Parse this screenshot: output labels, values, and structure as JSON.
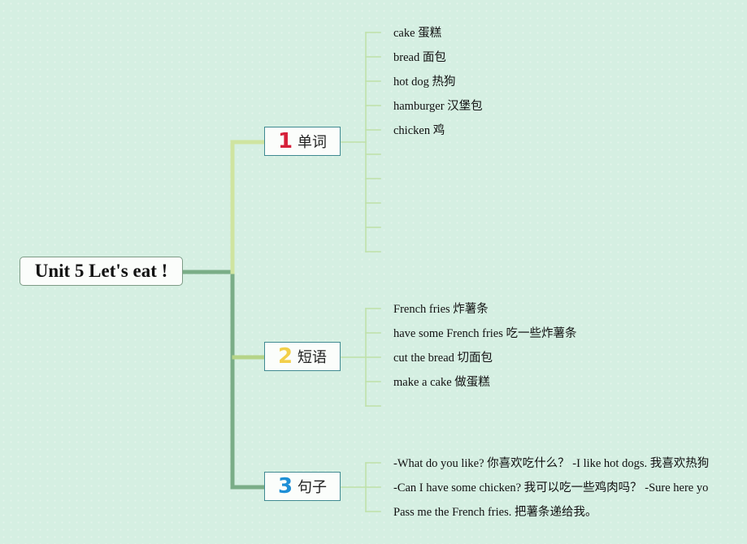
{
  "root": {
    "title": "Unit 5 Let's eat !"
  },
  "branches": [
    {
      "number": "1",
      "label": "单词",
      "number_color": "#d6203a",
      "items": [
        "cake 蛋糕",
        "bread 面包",
        "hot dog 热狗",
        "hamburger 汉堡包",
        "chicken 鸡"
      ]
    },
    {
      "number": "2",
      "label": "短语",
      "number_color": "#f2cf4a",
      "items": [
        "French fries 炸薯条",
        "have some French fries 吃一些炸薯条",
        "cut the bread 切面包",
        "make a cake 做蛋糕"
      ]
    },
    {
      "number": "3",
      "label": "句子",
      "number_color": "#1e8fd6",
      "items": [
        "-What do you like? 你喜欢吃什么？ -I like hot dogs. 我喜欢热狗",
        "-Can I have some chicken? 我可以吃一些鸡肉吗？ -Sure here yo",
        "Pass me the French fries. 把薯条递给我。"
      ]
    }
  ],
  "colors": {
    "trunk": "#7aad87",
    "branch1_line": "#cfe4a0",
    "branch2_line": "#b5d488",
    "leaf_line": "#bfe0a8",
    "background": "#d5efe2"
  }
}
